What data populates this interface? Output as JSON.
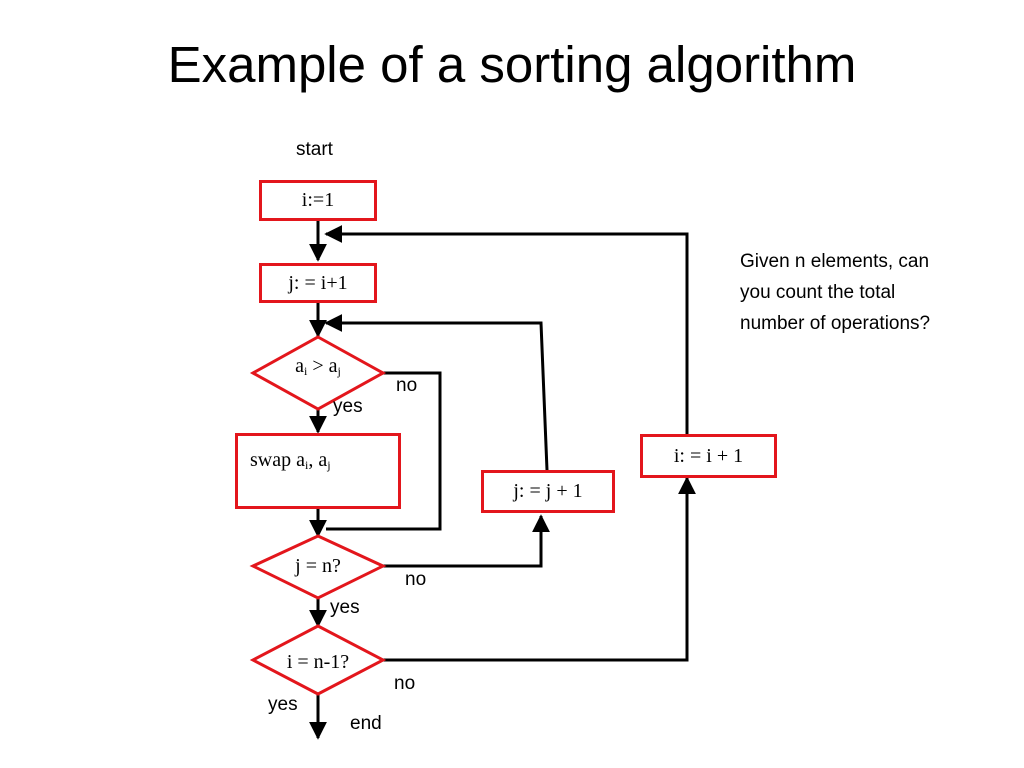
{
  "title": "Example of a sorting algorithm",
  "labels": {
    "start": "start",
    "end": "end",
    "yes": "yes",
    "no": "no"
  },
  "nodes": {
    "init_i": "i:=1",
    "init_j": "j: = i+1",
    "cmp_a": "a",
    "cmp_i": "i",
    "cmp_op": " > a",
    "cmp_j": "j",
    "swap_prefix": "swap a",
    "swap_i": "i",
    "swap_mid": ", a",
    "swap_j": "j",
    "test_j": "j = n?",
    "inc_j": "j: = j + 1",
    "test_i": "i = n-1?",
    "inc_i": "i: = i + 1"
  },
  "question": "Given n elements, can\nyou count the total\nnumber of operations?",
  "colors": {
    "shape_border": "#e3161c",
    "connector": "#000000"
  }
}
